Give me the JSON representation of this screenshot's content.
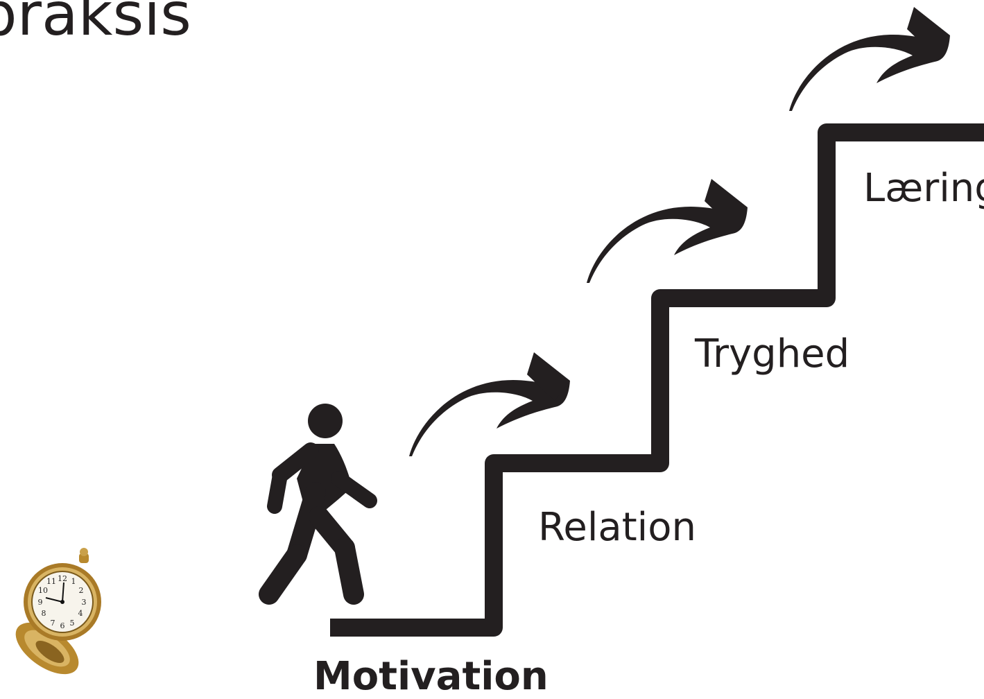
{
  "slide": {
    "title": "praksis"
  },
  "steps": [
    {
      "label": "Motivation"
    },
    {
      "label": "Relation"
    },
    {
      "label": "Tryghed"
    },
    {
      "label": "Læring"
    }
  ],
  "colors": {
    "ink": "#231f20",
    "watch_gold": "#b8892e",
    "background": "#ffffff"
  },
  "icons": {
    "walker": "walking-person-icon",
    "watch": "pocket-watch-icon",
    "arrow": "curved-arrow-icon"
  }
}
